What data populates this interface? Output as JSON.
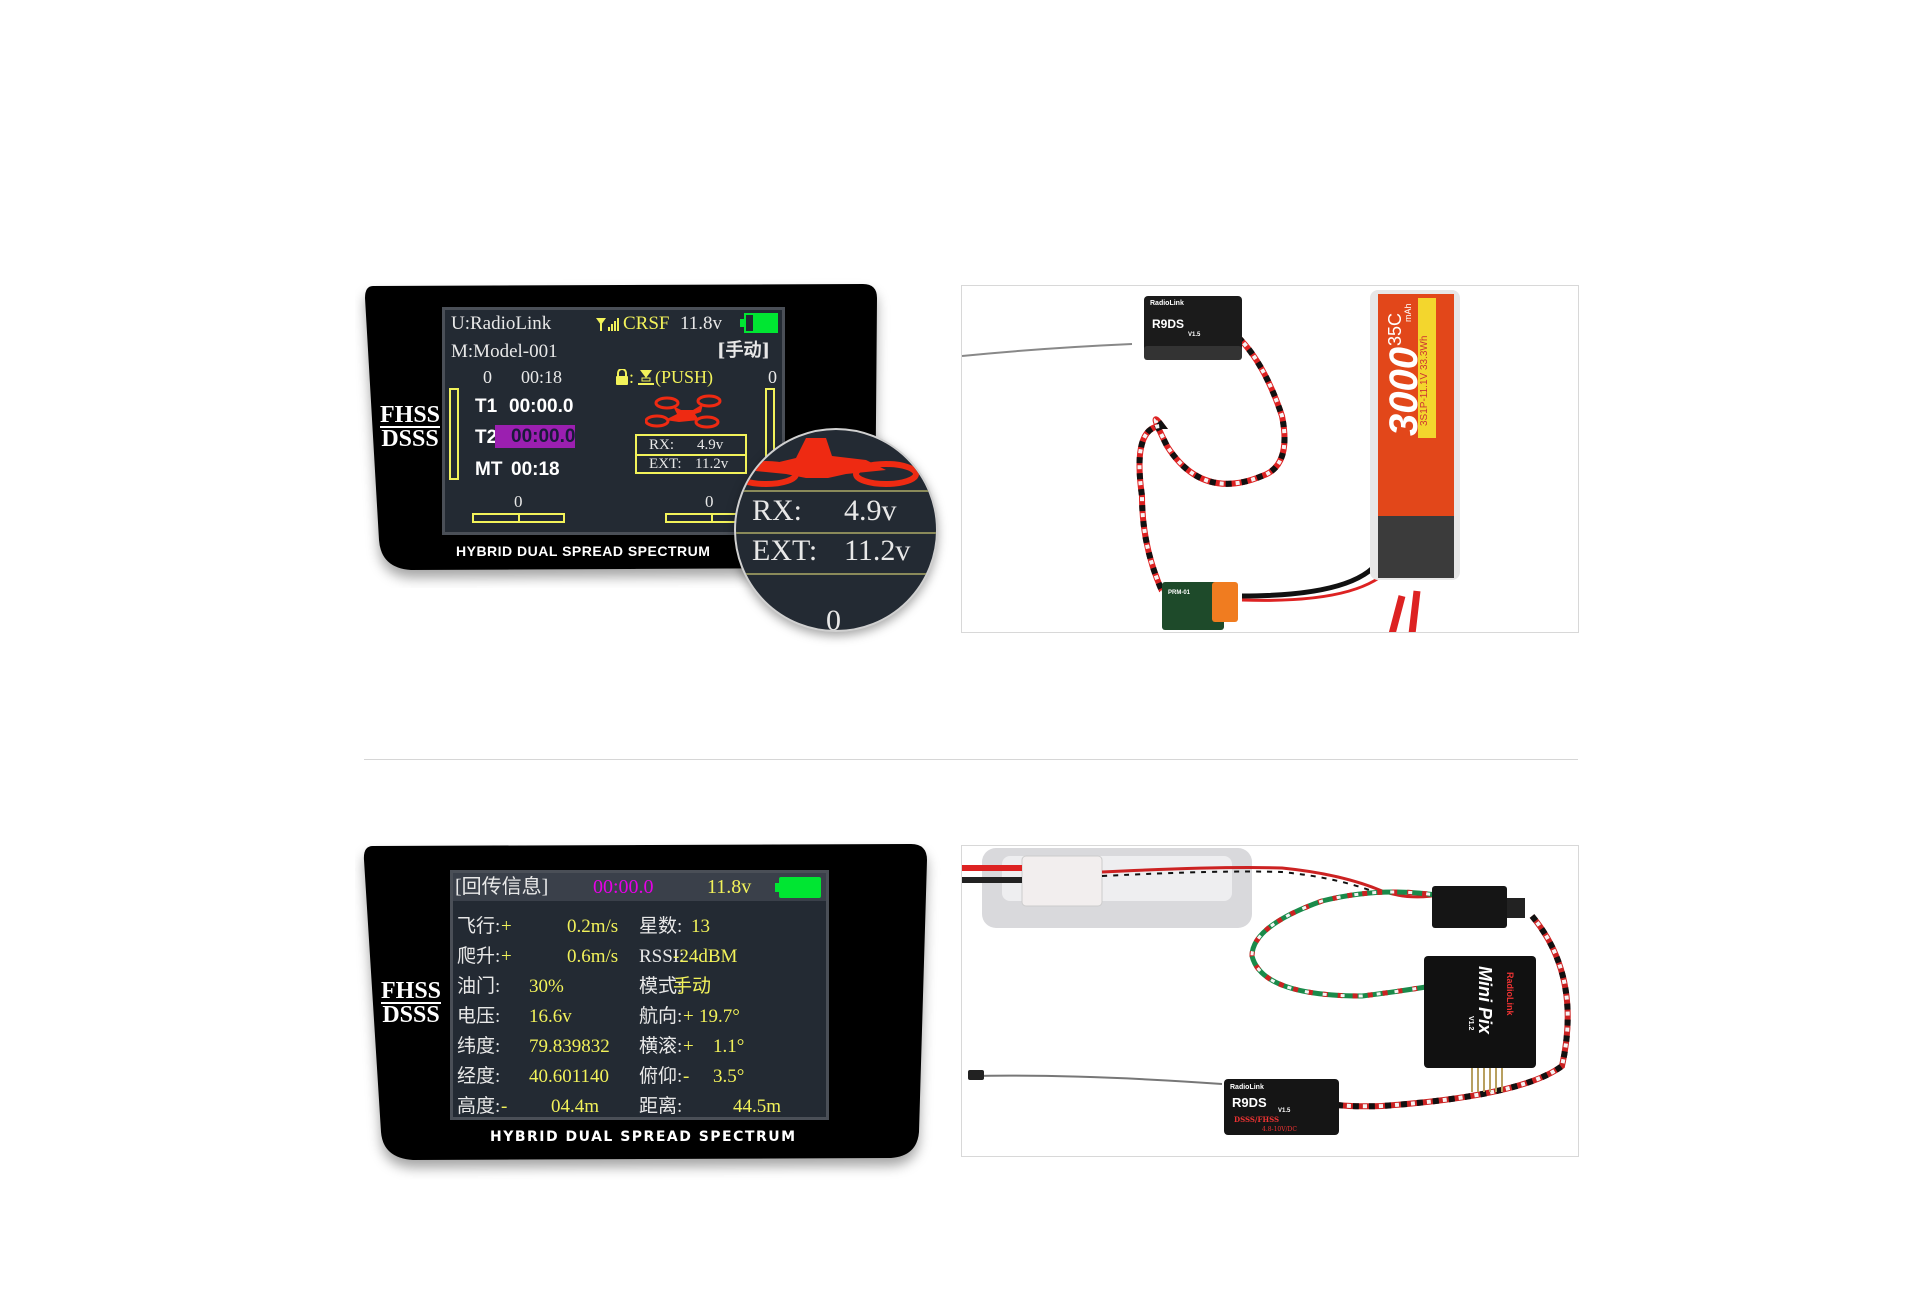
{
  "panel1": {
    "logo": {
      "line1": "FHSS",
      "line2": "DSSS"
    },
    "tagline": "HYBRID DUAL SPREAD SPECTRUM",
    "screen": {
      "user": "U:RadioLink",
      "protocol": "CRSF",
      "tx_voltage": "11.8v",
      "model": "M:Model-001",
      "flight_mode": "[手动]",
      "left_count": "0",
      "elapsed": "00:18",
      "lock_label": ":",
      "push_label": "(PUSH)",
      "right_count": "0",
      "t1_label": "T1",
      "t1_value": "00:00.0",
      "t2_label": "T2",
      "t2_value": "00:00.0",
      "mt_label": "MT",
      "mt_value": "00:18",
      "rx_label": "RX:",
      "rx_value": "4.9v",
      "ext_label": "EXT:",
      "ext_value": "11.2v",
      "bottom_left_value": "0",
      "bottom_right_value": "0",
      "battery_level": 0.75,
      "colors": {
        "accent": "#f2f25a",
        "highlight": "#9b1fb0",
        "battery": "#00e632",
        "drone": "#ee2a12"
      }
    },
    "magnifier": {
      "rx_label": "RX:",
      "rx_value": "4.9v",
      "ext_label": "EXT:",
      "ext_value": "11.2v",
      "bottom_value": "0"
    }
  },
  "photo1": {
    "receiver_label": "R9DS",
    "receiver_brand": "RadioLink",
    "receiver_version": "V1.5",
    "battery_capacity": "3000",
    "battery_rating": "35C",
    "battery_unit": "mAh",
    "battery_spec": "3S1P-11.1V 33.3Wh",
    "sensor_label": "PRM-01"
  },
  "panel2": {
    "logo": {
      "line1": "FHSS",
      "line2": "DSSS"
    },
    "tagline": "HYBRID DUAL SPREAD SPECTRUM",
    "screen": {
      "title": "[回传信息]",
      "timer": "00:00.0",
      "voltage": "11.8v",
      "left_rows": [
        {
          "label": "飞行:",
          "sign": "+",
          "value": "0.2m/s"
        },
        {
          "label": "爬升:",
          "sign": "+",
          "value": "0.6m/s"
        },
        {
          "label": "油门:",
          "sign": "",
          "value": "30%"
        },
        {
          "label": "电压:",
          "sign": "",
          "value": "16.6v"
        },
        {
          "label": "纬度:",
          "sign": "",
          "value": "79.839832"
        },
        {
          "label": "经度:",
          "sign": "",
          "value": "40.601140"
        },
        {
          "label": "高度:",
          "sign": "-",
          "value": "04.4m"
        }
      ],
      "right_rows": [
        {
          "label": "星数:",
          "sign": "",
          "value": "13"
        },
        {
          "label": "RSSI:",
          "sign": "",
          "value": "-24dBM"
        },
        {
          "label": "模式:",
          "sign": "",
          "value": "手动"
        },
        {
          "label": "航向:",
          "sign": "+",
          "value": "19.7°"
        },
        {
          "label": "横滚:",
          "sign": "+",
          "value": "1.1°"
        },
        {
          "label": "俯仰:",
          "sign": "-",
          "value": "3.5°"
        },
        {
          "label": "距离:",
          "sign": "",
          "value": "44.5m"
        }
      ]
    }
  },
  "photo2": {
    "receiver_label": "R9DS",
    "receiver_brand": "RadioLink",
    "receiver_version": "V1.5",
    "receiver_mode": "DSSS/FHSS",
    "receiver_voltage": "4.8-10V/DC",
    "fc_label": "Mini Pix",
    "fc_brand": "RadioLink",
    "fc_version": "V1.2"
  }
}
